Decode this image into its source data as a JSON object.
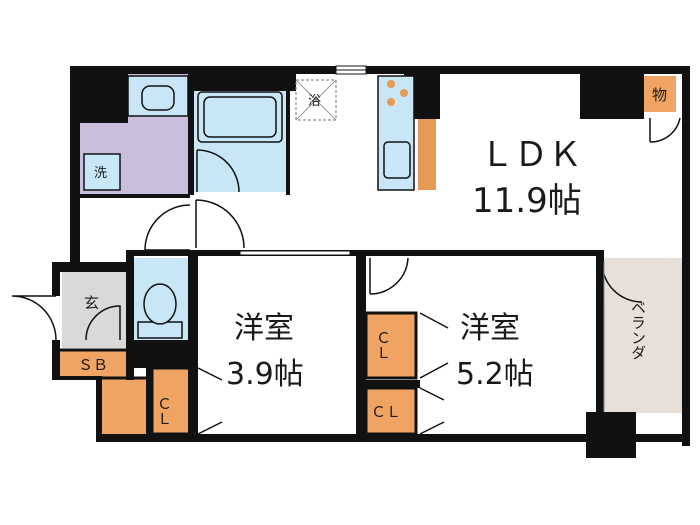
{
  "rooms": {
    "ldk_name": "ＬＤＫ",
    "ldk_size": "11.9帖",
    "western1_name": "洋室",
    "western1_size": "3.9帖",
    "western2_name": "洋室",
    "western2_size": "5.2帖",
    "veranda": "ベランダ",
    "entrance": "玄",
    "shoe_box": "ＳＢ",
    "closet_1": "ＣＬ",
    "closet_2": "ＣＬ",
    "closet_3": "ＣＬ",
    "storage": "物",
    "washer": "洗",
    "bath_symbol": "浴"
  },
  "colors": {
    "wall": "#111111",
    "closet": "#f0a463",
    "washroom": "#c9bfdc",
    "bath": "#c8e6f5",
    "entrance": "#d9d9d9",
    "veranda": "#e8dfd8",
    "kitchen_wood": "#e59a55"
  }
}
